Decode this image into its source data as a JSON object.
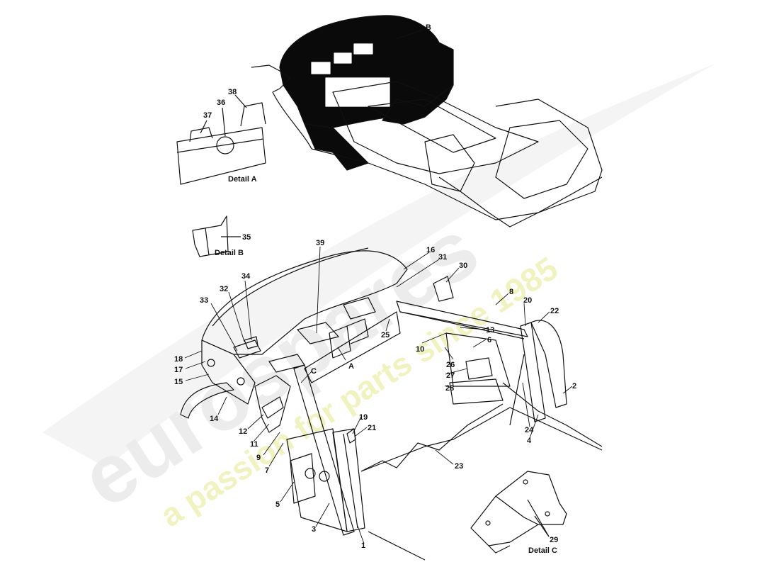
{
  "diagram": {
    "callouts": [
      "1",
      "2",
      "3",
      "4",
      "5",
      "6",
      "7",
      "8",
      "9",
      "10",
      "11",
      "12",
      "13",
      "14",
      "15",
      "16",
      "17",
      "18",
      "19",
      "20",
      "21",
      "22",
      "23",
      "24",
      "25",
      "26",
      "27",
      "28",
      "29",
      "30",
      "31",
      "32",
      "33",
      "34",
      "35",
      "36",
      "37",
      "38",
      "39"
    ],
    "view_markers": [
      "A",
      "B",
      "C"
    ],
    "details": {
      "a": "Detail A",
      "b": "Detail B",
      "c": "Detail C"
    }
  },
  "watermark": {
    "brand": "eurospares",
    "tagline": "a passion for parts since 1985"
  },
  "colors": {
    "line": "#111111",
    "fill_dark": "#0a0a0a",
    "watermark_text": "#e9e9e9",
    "tagline": "#eef2b8"
  }
}
